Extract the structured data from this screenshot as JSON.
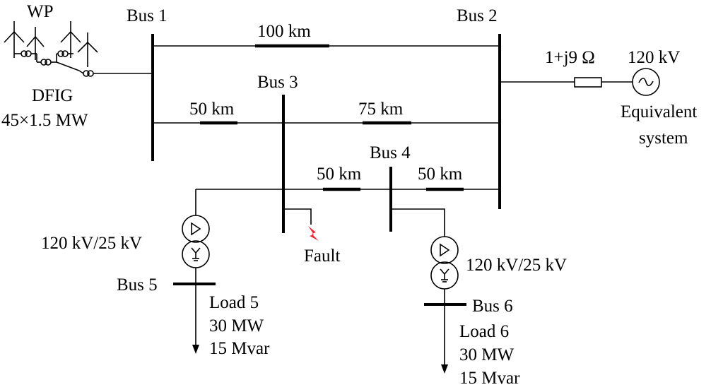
{
  "wind_plant": {
    "label": "WP",
    "type_label": "DFIG",
    "rating": "45×1.5 MW"
  },
  "buses": {
    "bus1": "Bus 1",
    "bus2": "Bus 2",
    "bus3": "Bus 3",
    "bus4": "Bus 4",
    "bus5": "Bus 5",
    "bus6": "Bus 6"
  },
  "lines": {
    "l12": "100 km",
    "l13": "50 km",
    "l32": "75 km",
    "l34": "50 km",
    "l42": "50 km"
  },
  "source": {
    "impedance": "1+j9 Ω",
    "voltage": "120 kV",
    "name_line1": "Equivalent",
    "name_line2": "system"
  },
  "transformers": {
    "t5": "120 kV/25 kV",
    "t6": "120 kV/25 kV"
  },
  "fault": {
    "label": "Fault"
  },
  "loads": {
    "load5": {
      "name": "Load 5",
      "p": "30 MW",
      "q": "15 Mvar"
    },
    "load6": {
      "name": "Load 6",
      "p": "30 MW",
      "q": "15 Mvar"
    }
  },
  "colors": {
    "fault_symbol": "#e8272f",
    "line": "#000000"
  }
}
